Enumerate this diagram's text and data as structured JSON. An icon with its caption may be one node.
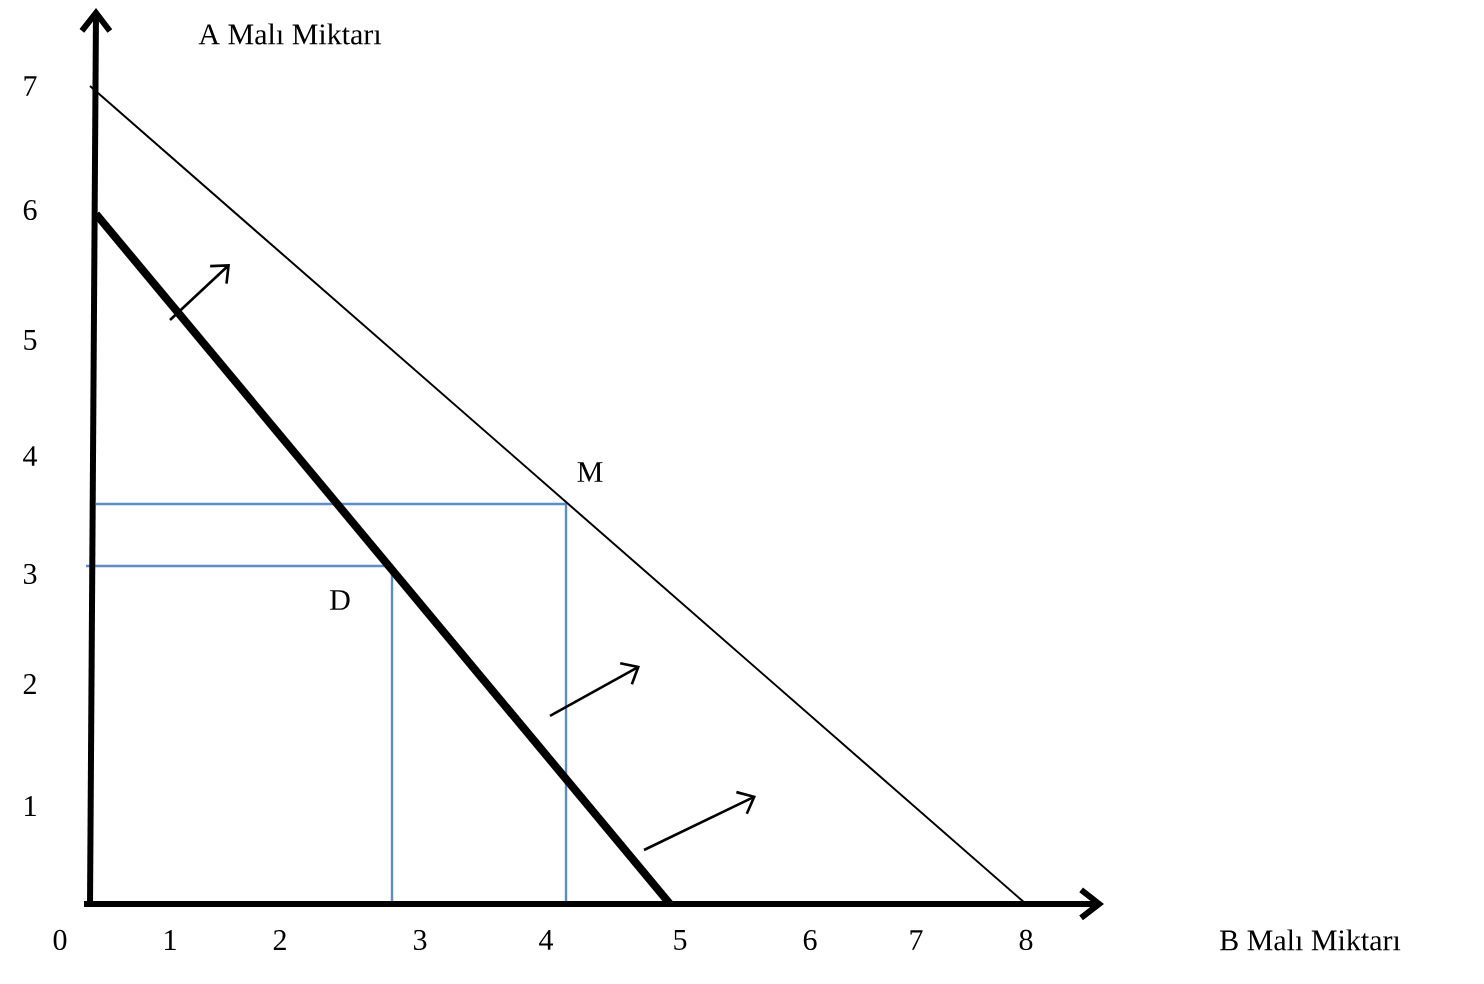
{
  "diagram": {
    "labels": [
      "A Malı Miktarı",
      "7",
      "6",
      "5",
      "4",
      "M",
      "3",
      "D",
      "2",
      "1",
      "0",
      "1",
      "2",
      "3",
      "4",
      "5",
      "6",
      "7",
      "8",
      "B Malı Miktarı"
    ]
  }
}
